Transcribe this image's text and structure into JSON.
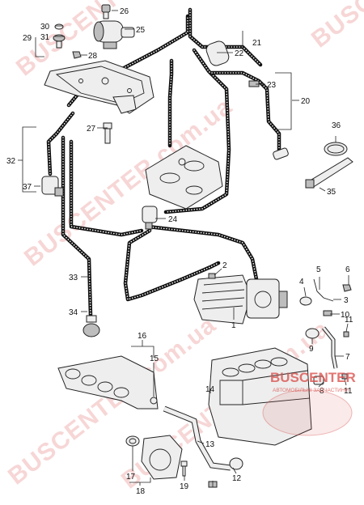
{
  "callouts": {
    "n1": "1",
    "n2": "2",
    "n3": "3",
    "n4": "4",
    "n5": "5",
    "n6": "6",
    "n7": "7",
    "n8": "8",
    "n9": "9",
    "n10": "10",
    "n11a": "11",
    "n11b": "11",
    "n12": "12",
    "n13": "13",
    "n14": "14",
    "n15": "15",
    "n16": "16",
    "n17": "17",
    "n18": "18",
    "n19": "19",
    "n20": "20",
    "n21": "21",
    "n22": "22",
    "n23": "23",
    "n24": "24",
    "n25": "25",
    "n26": "26",
    "n27": "27",
    "n28": "28",
    "n29": "29",
    "n30": "30",
    "n31": "31",
    "n32": "32",
    "n33": "33",
    "n34": "34",
    "n35": "35",
    "n36": "36",
    "n37": "37"
  },
  "watermark": {
    "repeat_text": "BUSCENTER.com.ua",
    "tl": "BUSCENTER",
    "tr": "BUSCENTER",
    "mid": "BUSCENTER.com.ua",
    "bl": "BUSCENTER.com.ua",
    "br": "BUSCENTER.com.ua",
    "logo_main": "BUSCENTER",
    "logo_sub": "АВТОМОБІЛЬНІ ЗАПЧАСТИНИ"
  },
  "colors": {
    "line": "#111111",
    "watermark": "#e88a8a",
    "logo": "#d9534f"
  }
}
